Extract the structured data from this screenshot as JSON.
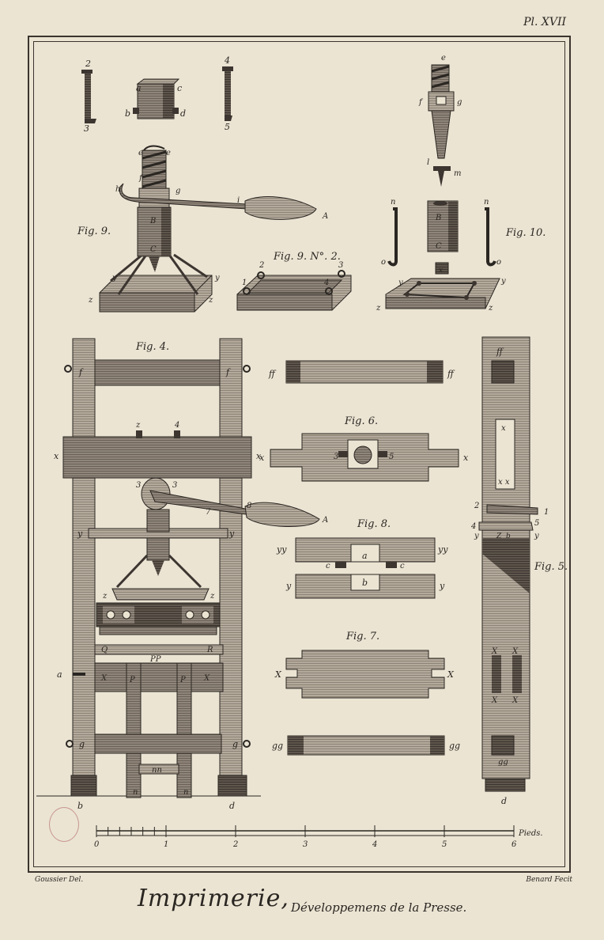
{
  "plate_number": "Pl. XVII",
  "credits": {
    "left": "Goussier Del.",
    "right": "Benard Fecit"
  },
  "title": {
    "main": "Imprimerie,",
    "sub": "Développemens de la Presse."
  },
  "figure_labels": {
    "fig9": "Fig. 9.",
    "fig9n2": "Fig. 9. N°. 2.",
    "fig10": "Fig. 10.",
    "fig4": "Fig. 4.",
    "fig6": "Fig. 6.",
    "fig8": "Fig. 8.",
    "fig7": "Fig. 7.",
    "fig5": "Fig. 5."
  },
  "letters": {
    "top_parts": [
      "2",
      "3",
      "a",
      "c",
      "b",
      "d",
      "4",
      "5"
    ],
    "fig9": [
      "e",
      "e",
      "f",
      "h",
      "g",
      "B",
      "C",
      "i",
      "A",
      "y",
      "y",
      "z",
      "z"
    ],
    "fig9n2": [
      "2",
      "3",
      "1",
      "4"
    ],
    "fig10": [
      "e",
      "f",
      "g",
      "l",
      "m",
      "n",
      "n",
      "B",
      "C",
      "x",
      "o",
      "o",
      "y",
      "y",
      "z",
      "z"
    ],
    "fig4": [
      "f",
      "f",
      "x",
      "x",
      "z",
      "4",
      "3",
      "3",
      "7",
      "8",
      "A",
      "y",
      "y",
      "z",
      "z",
      "Q",
      "R",
      "PP",
      "a",
      "X",
      "P",
      "P",
      "X",
      "g",
      "g",
      "nn",
      "n",
      "n",
      "b",
      "d"
    ],
    "fig_ff": [
      "ff",
      "ff"
    ],
    "fig6": [
      "3",
      "5",
      "x",
      "x"
    ],
    "fig8": [
      "yy",
      "yy",
      "a",
      "c",
      "c",
      "y",
      "y",
      "b"
    ],
    "fig7": [
      "X",
      "X"
    ],
    "fig_gg": [
      "gg",
      "gg"
    ],
    "fig5": [
      "ff",
      "x",
      "x x",
      "2",
      "1",
      "4",
      "5",
      "y",
      "Z",
      "b",
      "y",
      "X",
      "X",
      "X",
      "X",
      "gg",
      "d"
    ]
  },
  "scale": {
    "ticks": [
      "0",
      "1",
      "2",
      "3",
      "4",
      "5",
      "6"
    ],
    "unit": "Pieds."
  },
  "colors": {
    "paper": "#ebe4d3",
    "ink": "#2a2622",
    "wood": "#8a8075",
    "wood_dark": "#4a433b",
    "stamp": "#c7968f"
  }
}
